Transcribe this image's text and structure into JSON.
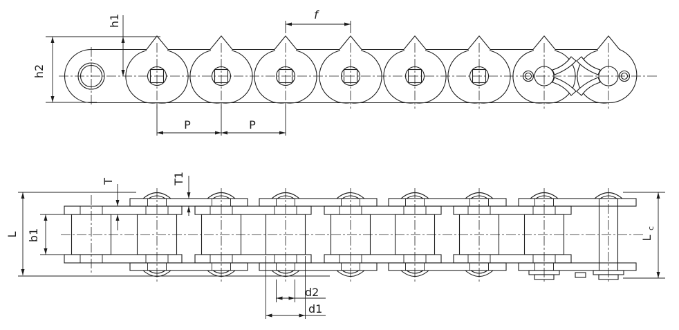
{
  "drawing": {
    "background": "#ffffff",
    "line_color": "#1c1c1c",
    "side_view": {
      "dimensions": {
        "h1": "h1",
        "h2": "h2",
        "f": "f",
        "pitch_1": "P",
        "pitch_2": "P"
      }
    },
    "plan_view": {
      "dimensions": {
        "T": "T",
        "T1": "T1",
        "L": "L",
        "b1": "b1",
        "Lc_main": "L",
        "Lc_sub": "c",
        "d2": "d2",
        "d1": "d1"
      }
    }
  }
}
